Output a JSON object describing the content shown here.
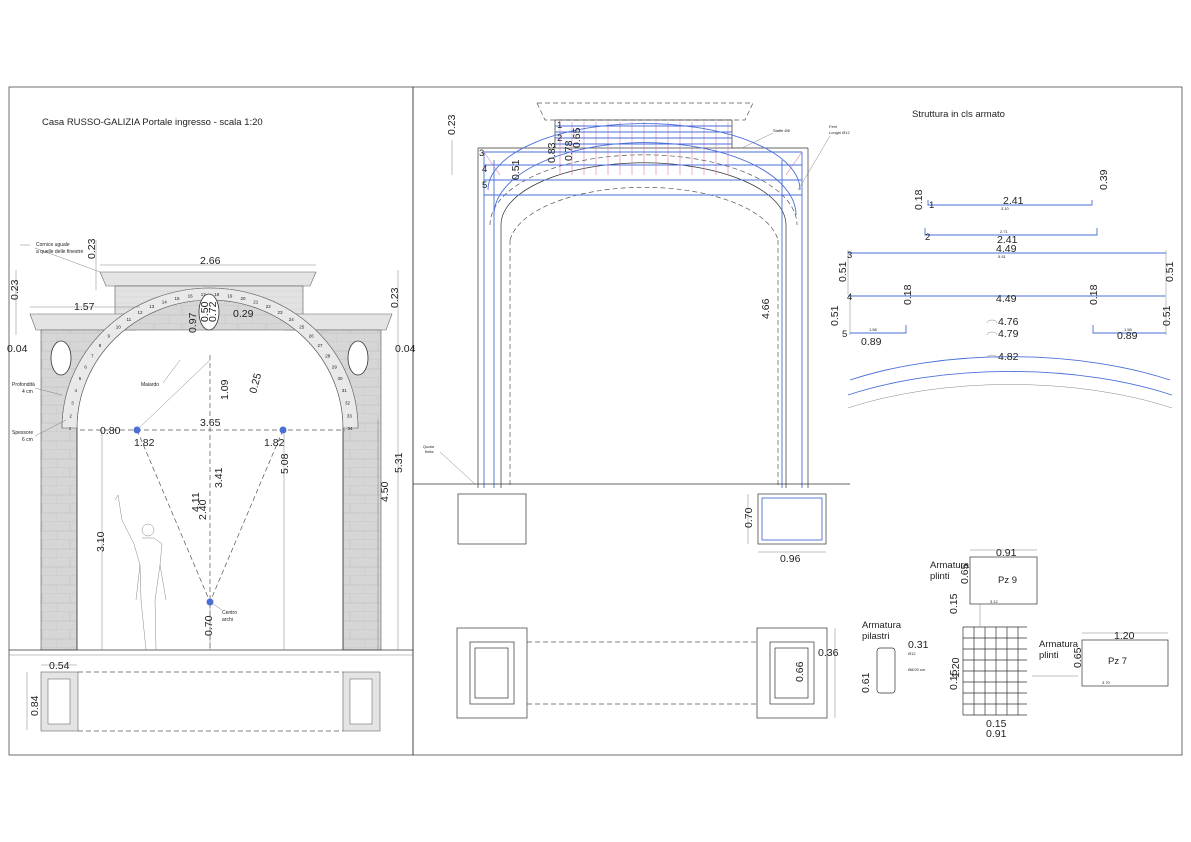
{
  "left_panel": {
    "title": "Casa RUSSO-GALIZIA   Portale ingresso  - scala 1:20",
    "notes": {
      "cornice": [
        "Cornice uguale",
        "a quelle delle finestre"
      ],
      "profondita": [
        "Profondità",
        "4 cm"
      ],
      "spessore": [
        "Spessore",
        "6 cm"
      ],
      "maiardo": "Maiardo",
      "centro": [
        "Centro",
        "archi"
      ]
    },
    "dims": {
      "d266": "2.66",
      "d157": "1.57",
      "d023a": "0.23",
      "d023b": "0.23",
      "d023c": "0.23",
      "d050": "0.50",
      "d072": "0.72",
      "d097": "0.97",
      "d029": "0.29",
      "d004a": "0.04",
      "d004b": "0.04",
      "d109": "1.09",
      "d025": "0.25",
      "d080": "0.80",
      "d365": "3.65",
      "d182a": "1.82",
      "d182b": "1.82",
      "d531": "5.31",
      "d508": "5.08",
      "d450": "4.50",
      "d411": "4.11",
      "d341": "3.41",
      "d240": "2.40",
      "d310": "3.10",
      "d070": "0.70",
      "d054": "0.54",
      "d084": "0.84"
    }
  },
  "right_panel": {
    "title": "Struttura in cls armato",
    "notes": {
      "staffe": "Staffe Ø8",
      "ferri": [
        "Ferri",
        "Longhi Ø12"
      ],
      "quota": [
        "Quota",
        "finita"
      ],
      "arm_plinti_a": [
        "Armatura",
        "plinti"
      ],
      "arm_plinti_b": [
        "Armatura",
        "plinti"
      ],
      "arm_pilastri": [
        "Armatura",
        "pilastri"
      ],
      "pz9": "Pz 9",
      "pz7": "Pz 7",
      "o12": "Ø12",
      "o8": "Ø8/20 cm"
    },
    "dims": {
      "d023": "0.23",
      "d083": "0.83",
      "d078": "0.78",
      "d065": "0.65",
      "d051": "0.51",
      "d466": "4.66",
      "d070": "0.70",
      "d096": "0.96",
      "d036": "0.36",
      "d066": "0.66",
      "b241a": "2.41",
      "b241b": "2.41",
      "b018a": "0.18",
      "b039": "0.39",
      "b449a": "4.49",
      "b449b": "4.49",
      "b051a": "0.51",
      "b051b": "0.51",
      "b051c": "0.51",
      "b051d": "0.51",
      "b018b": "0.18",
      "b018c": "0.18",
      "b089a": "0.89",
      "b089b": "0.89",
      "b476": "4.76",
      "b479": "4.79",
      "b482": "4.82",
      "p091a": "0.91",
      "p065a": "0.65",
      "p015a": "0.15",
      "p120": "1.20",
      "p065b": "0.65",
      "p015b": "0.15",
      "p120b": "1.20",
      "p015c": "0.15",
      "p091b": "0.91",
      "p031": "0.31",
      "p061": "0.61"
    },
    "bar_numbers": [
      "1",
      "2",
      "3",
      "4",
      "5"
    ],
    "small": {
      "s310": "3.10",
      "s271": "2.71",
      "s551": "5.51",
      "s158a": "1.58",
      "s158b": "1.58",
      "s312": "3.12",
      "s370": "3.70"
    }
  },
  "voussoir_numbers": [
    "1",
    "2",
    "3",
    "4",
    "5",
    "6",
    "7",
    "8",
    "9",
    "10",
    "11",
    "12",
    "13",
    "14",
    "15",
    "16",
    "17",
    "18",
    "19",
    "20",
    "21",
    "22",
    "23",
    "24",
    "25",
    "26",
    "27",
    "28",
    "29",
    "30",
    "31",
    "32",
    "33",
    "34"
  ]
}
